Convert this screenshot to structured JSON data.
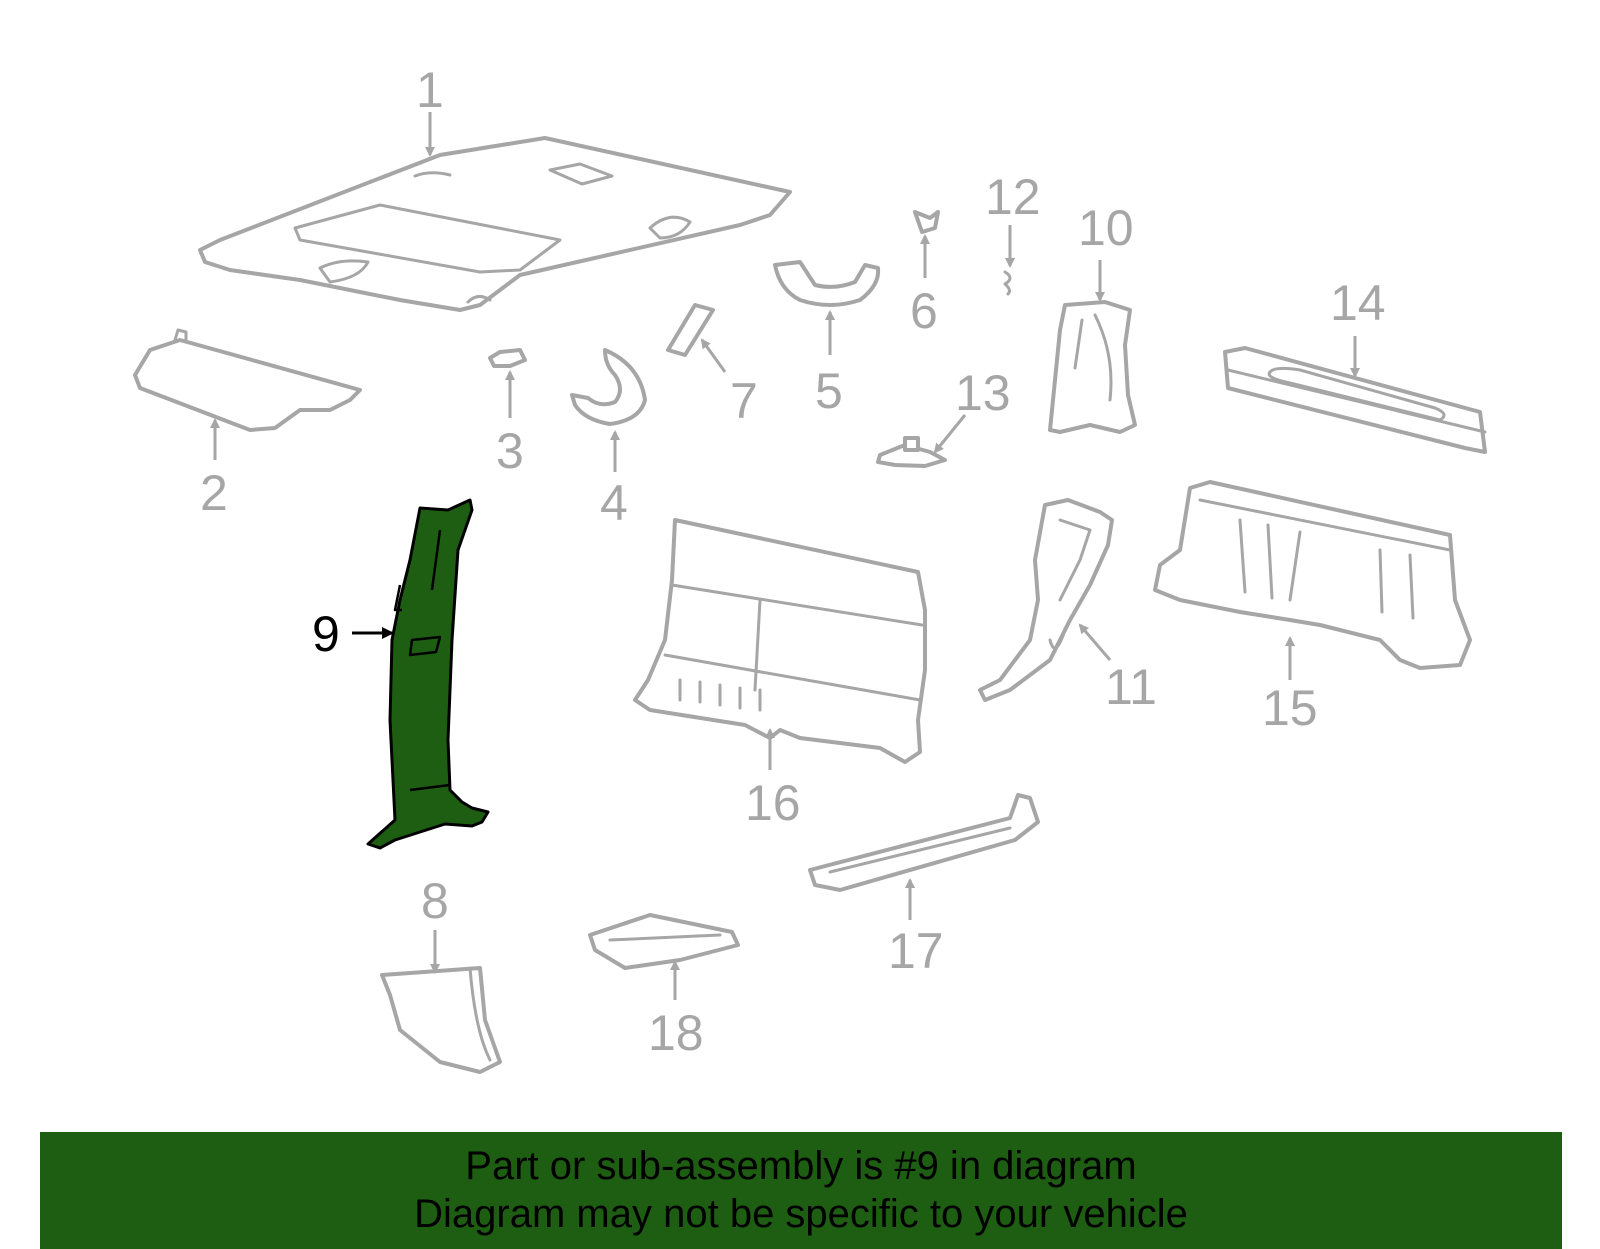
{
  "callouts": {
    "c1": "1",
    "c2": "2",
    "c3": "3",
    "c4": "4",
    "c5": "5",
    "c6": "6",
    "c7": "7",
    "c8": "8",
    "c9": "9",
    "c10": "10",
    "c11": "11",
    "c12": "12",
    "c13": "13",
    "c14": "14",
    "c15": "15",
    "c16": "16",
    "c17": "17",
    "c18": "18"
  },
  "highlighted_part": "9",
  "colors": {
    "highlight": "#1e5e12",
    "outline": "#a6a6a6",
    "banner": "#1e5e12"
  },
  "banner": {
    "line1": "Part or sub-assembly is #9 in diagram",
    "line2": "Diagram may not be specific to your vehicle"
  }
}
